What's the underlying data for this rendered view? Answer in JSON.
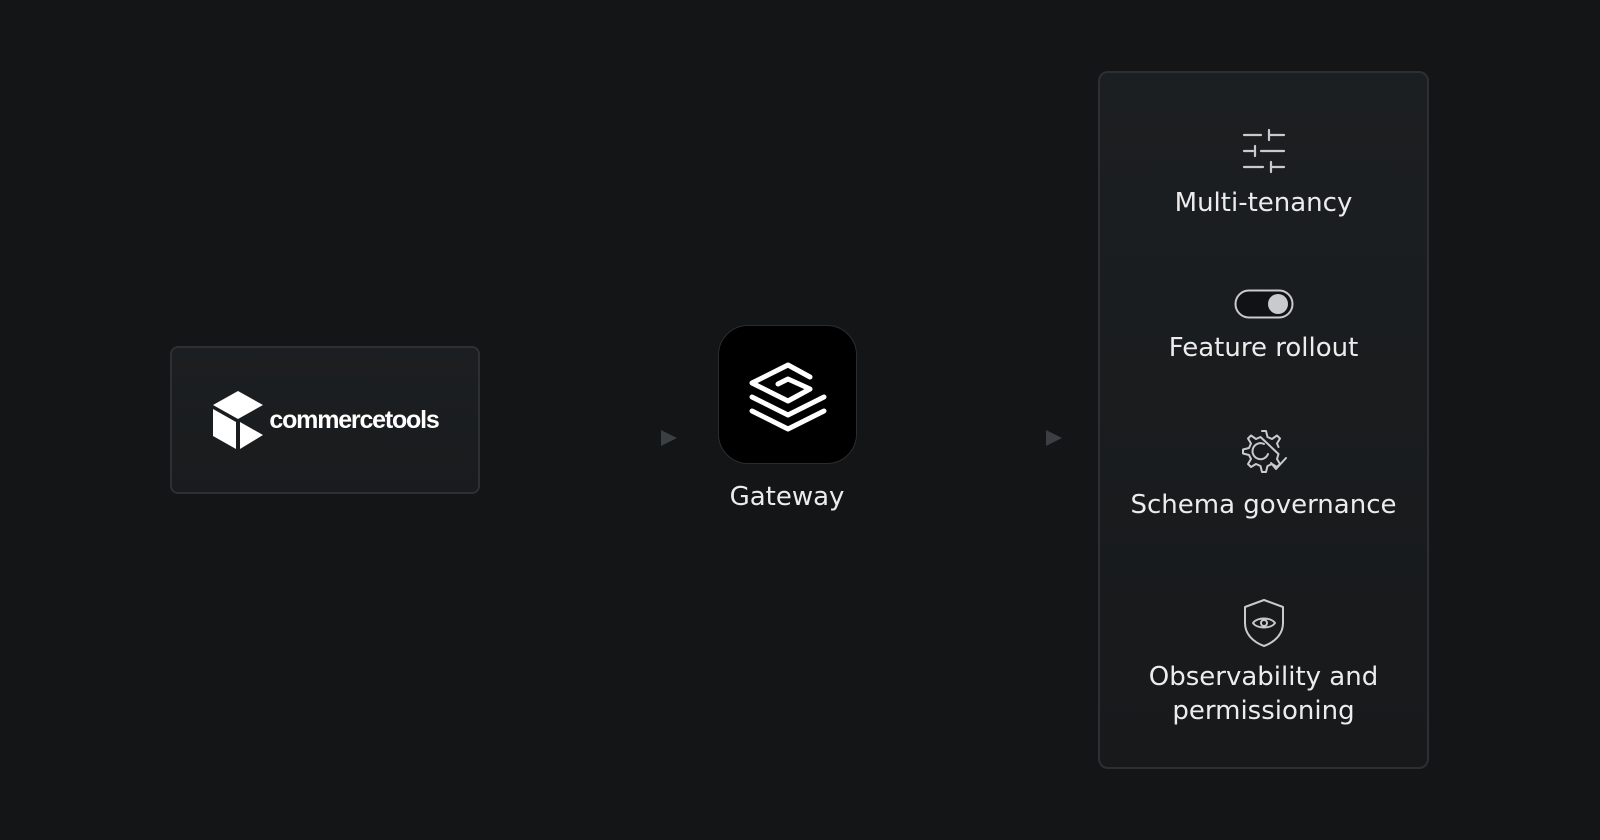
{
  "source": {
    "brand_name": "commercetools",
    "icon": "commercetools-cube-icon"
  },
  "gateway": {
    "label": "Gateway",
    "icon": "stacked-layers-logo-icon"
  },
  "features": [
    {
      "label": "Multi-tenancy",
      "icon": "sliders-icon"
    },
    {
      "label": "Feature rollout",
      "icon": "toggle-switch-icon"
    },
    {
      "label": "Schema governance",
      "icon": "gear-check-icon"
    },
    {
      "label": "Observability and permissioning",
      "icon": "shield-eye-icon"
    }
  ],
  "colors": {
    "background": "#141517",
    "panel_border": "#2c3033",
    "arrow_accent": "#2dd4a6",
    "text": "#ececec"
  }
}
